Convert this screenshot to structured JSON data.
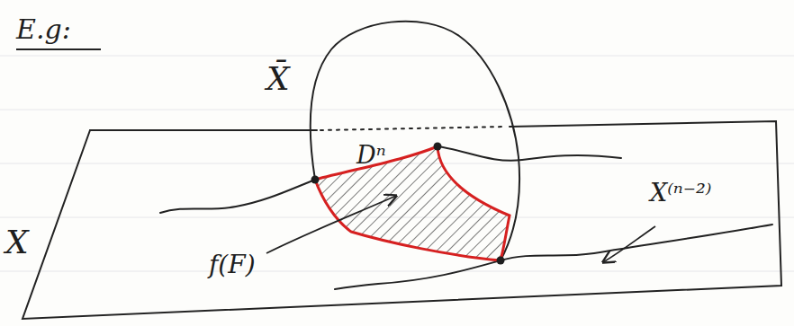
{
  "diagram": {
    "labels": [
      "E.g:",
      "X̄",
      "Dⁿ",
      "X",
      "f(F)",
      "X⁽ⁿ⁻²⁾"
    ]
  }
}
